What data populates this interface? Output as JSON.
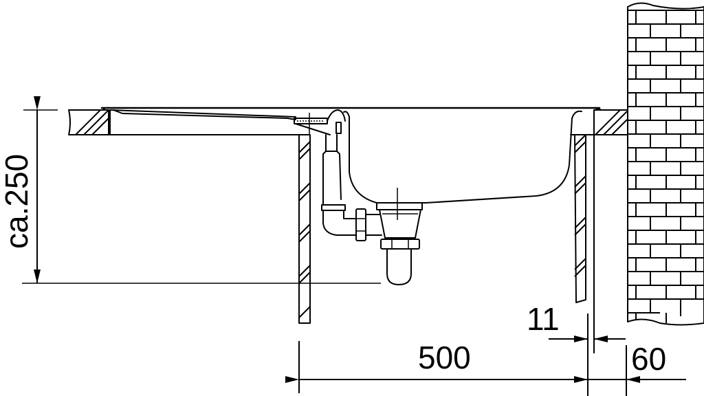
{
  "diagram": {
    "type": "technical cross-section",
    "subject": "inset kitchen sink with drainer, waste trap and overflow, mounted in worktop against brick wall",
    "colors": {
      "line": "#000000",
      "background": "#ffffff"
    },
    "dimensions": {
      "height": {
        "label": "ca.250",
        "orientation": "vertical"
      },
      "width": {
        "label": "500",
        "orientation": "horizontal"
      },
      "cabinet_gap": {
        "label": "11",
        "orientation": "horizontal"
      },
      "wall_offset": {
        "label": "60",
        "orientation": "horizontal"
      }
    },
    "components": [
      "worktop-section",
      "drainer",
      "sink-bowl",
      "overflow-pipe",
      "waste-trap",
      "cabinet-side-left",
      "cabinet-side-right",
      "brick-wall"
    ]
  }
}
